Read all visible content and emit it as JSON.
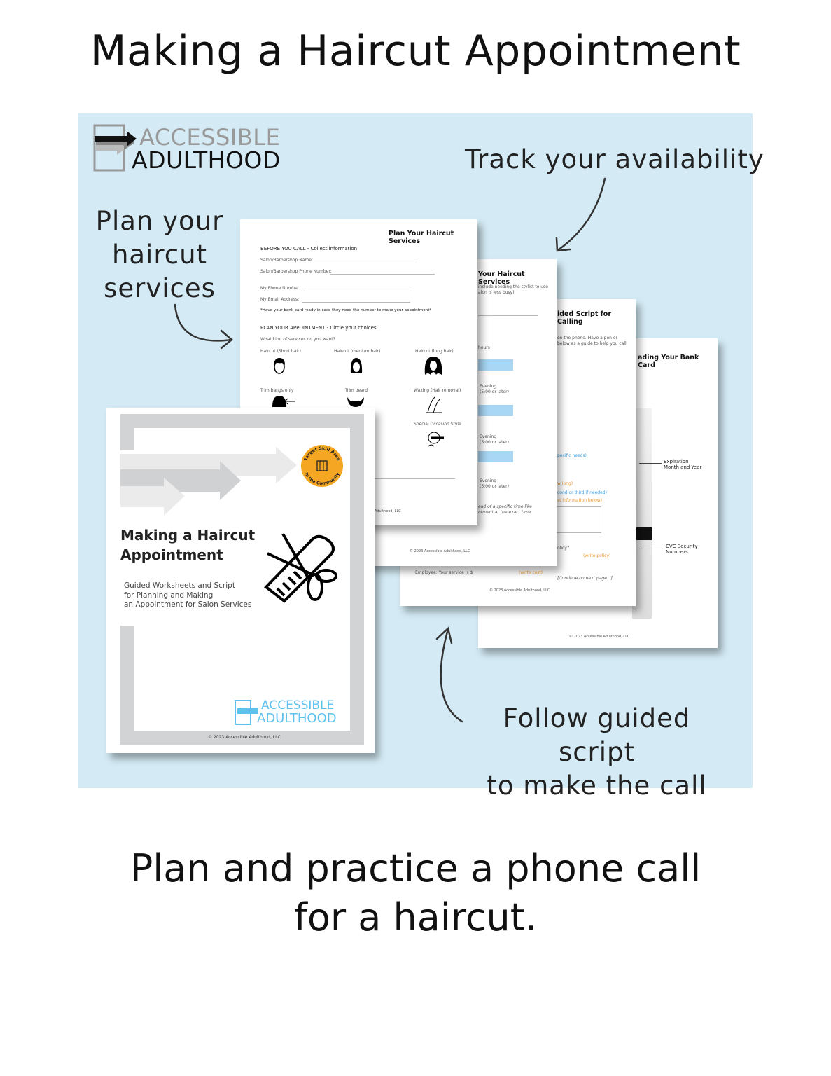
{
  "title": "Making a Haircut Appointment",
  "logo": {
    "line1": "ACCESSIBLE",
    "line2": "ADULTHOOD"
  },
  "notes": {
    "plan": [
      "Plan your",
      "haircut",
      "services"
    ],
    "track": "Track your availability",
    "follow": [
      "Follow guided script",
      "to make the call"
    ]
  },
  "page1": {
    "heading": "Plan Your Haircut Services",
    "section1": "BEFORE YOU CALL - Collect information",
    "fields": [
      "Salon/Barbershop Name:",
      "Salon/Barbershop Phone Number:",
      "My Phone Number:",
      "My Email Address:"
    ],
    "note": "*Have your bank card ready in case they need the number to make your appointment*",
    "section2": "PLAN YOUR APPOINTMENT - Circle your choices",
    "question": "What kind of services do you want?",
    "services": [
      "Haircut (Short hair)",
      "Haircut (medium hair)",
      "Haircut (long hair)",
      "Trim bangs only",
      "Trim beard",
      "Waxing (Hair removal)",
      "Special Occasion Style"
    ],
    "footer": "Adulthood, LLC"
  },
  "page2": {
    "heading": "Your Haircut Services",
    "intro": [
      "include needing the stylist to use",
      "alon is less busy)"
    ],
    "label": "hours",
    "slots": [
      [
        "Evening",
        "(5:00 or later)"
      ],
      [
        "Evening",
        "(5:00 or later)"
      ],
      [
        "Evening",
        "(5:00 or later)"
      ]
    ],
    "note": [
      "ead of a specific time like",
      "ntment at the exact time"
    ],
    "footer": "© 2023 Accessible Adulthood, LLC"
  },
  "page3": {
    "heading": "ided Script for Calling",
    "intro": [
      "on the phone. Have a pen or",
      "below as a guide to help you call"
    ],
    "blue1": "pecific needs)",
    "orange1": "w long)",
    "blue2": "cond or third if needed)",
    "orange2": "st information below)",
    "policy": "olicy?",
    "write_policy": "(write policy)",
    "employee": "Employee: Your service is $",
    "write_cost": "(write cost)",
    "continue": "[Continue on next page...]",
    "footer": "© 2023 Accessible Adulthood, LLC"
  },
  "page4": {
    "heading": "ading Your Bank Card",
    "expiration": [
      "Expiration",
      "Month and Year"
    ],
    "cvc": [
      "CVC Security",
      "Numbers"
    ],
    "footer": "© 2023 Accessible Adulthood, LLC"
  },
  "cover": {
    "title": [
      "Making a Haircut",
      "Appointment"
    ],
    "subtitle": [
      "Guided Worksheets and Script",
      "for Planning and Making",
      "an Appointment for Salon Services"
    ],
    "badge": [
      "Target Skill Area",
      "In the Community"
    ],
    "logo": [
      "ACCESSIBLE",
      "ADULTHOOD"
    ],
    "footer": "© 2023 Accessible Adulthood, LLC"
  },
  "bottom": [
    "Plan and practice a phone call",
    "for a haircut."
  ],
  "colors": {
    "panel": "#d4ebf5",
    "badge": "#f5a623",
    "logo_blue": "#5ec2ef"
  }
}
